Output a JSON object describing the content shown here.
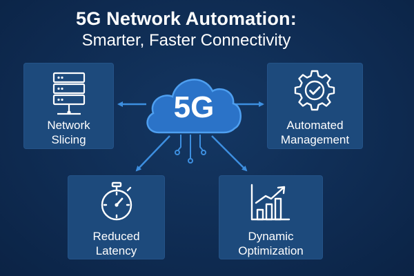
{
  "title": {
    "line1": "5G Network Automation:",
    "line2": "Smarter, Faster Connectivity"
  },
  "hub": {
    "label": "5G",
    "icon": "cloud-icon"
  },
  "nodes": [
    {
      "id": "slicing",
      "line1": "Network",
      "line2": "Slicing",
      "icon": "server-rack-icon"
    },
    {
      "id": "management",
      "line1": "Automated",
      "line2": "Management",
      "icon": "gear-check-icon"
    },
    {
      "id": "latency",
      "line1": "Reduced",
      "line2": "Latency",
      "icon": "stopwatch-icon"
    },
    {
      "id": "optimization",
      "line1": "Dynamic",
      "line2": "Optimization",
      "icon": "bar-chart-growth-icon"
    }
  ],
  "colors": {
    "background": "#0f2c53",
    "card": "#1d4a7c",
    "accent": "#3d8fe0",
    "text": "#ffffff"
  }
}
